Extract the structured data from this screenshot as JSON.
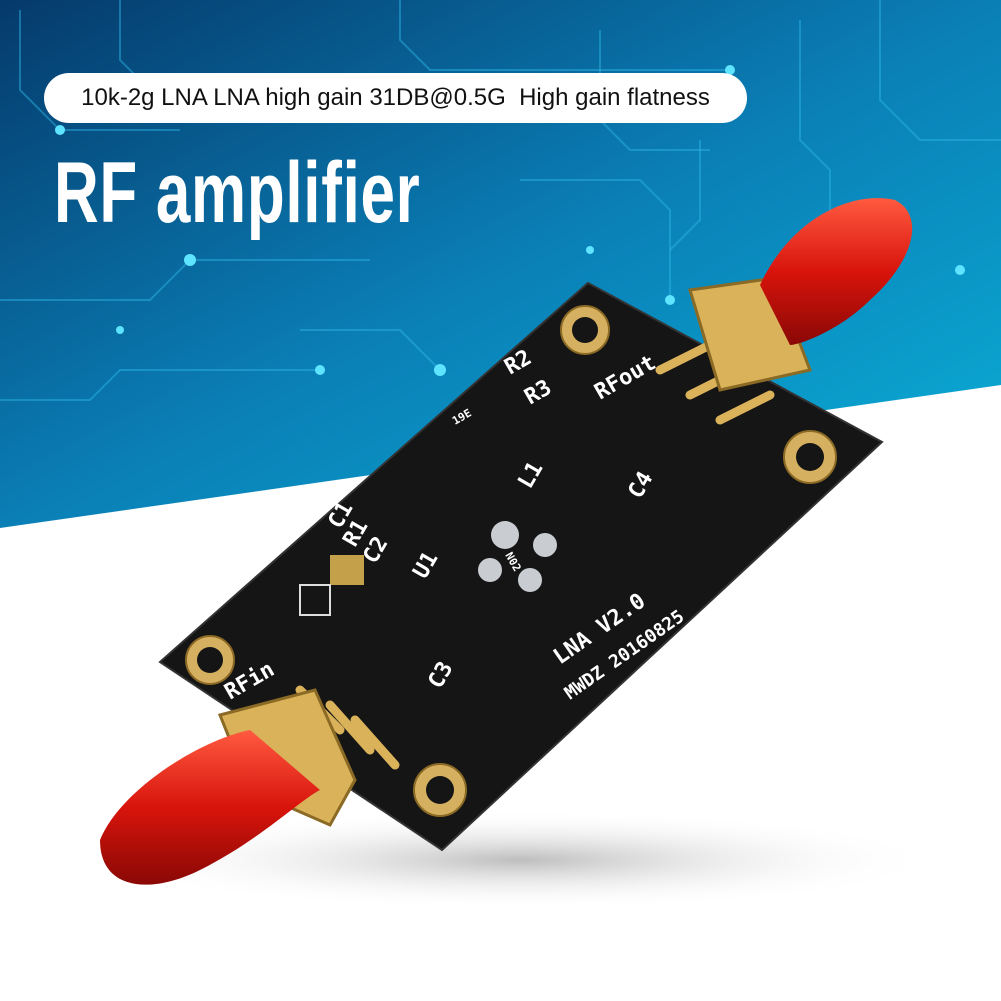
{
  "banner": {
    "subtitle": "10k-2g LNA LNA high gain 31DB@0.5G  High gain flatness",
    "title": "RF amplifier"
  },
  "board": {
    "labels": {
      "r2": "R2",
      "r3": "R3",
      "rf_out": "RFout",
      "l1": "L1",
      "c4": "C4",
      "c1": "C1",
      "r1": "R1",
      "c2": "C2",
      "u1": "U1",
      "c3": "C3",
      "rf_in": "RFin",
      "version": "LNA V2.0",
      "date": "MWDZ 20160825",
      "chip": "N02",
      "resistor_code": "19E"
    }
  },
  "colors": {
    "background_blue": "#0a6fa8",
    "circuit_glow": "#35d3ff",
    "board": "#141414",
    "connector_cap": "#d8140c",
    "gold": "#d9b25a"
  }
}
